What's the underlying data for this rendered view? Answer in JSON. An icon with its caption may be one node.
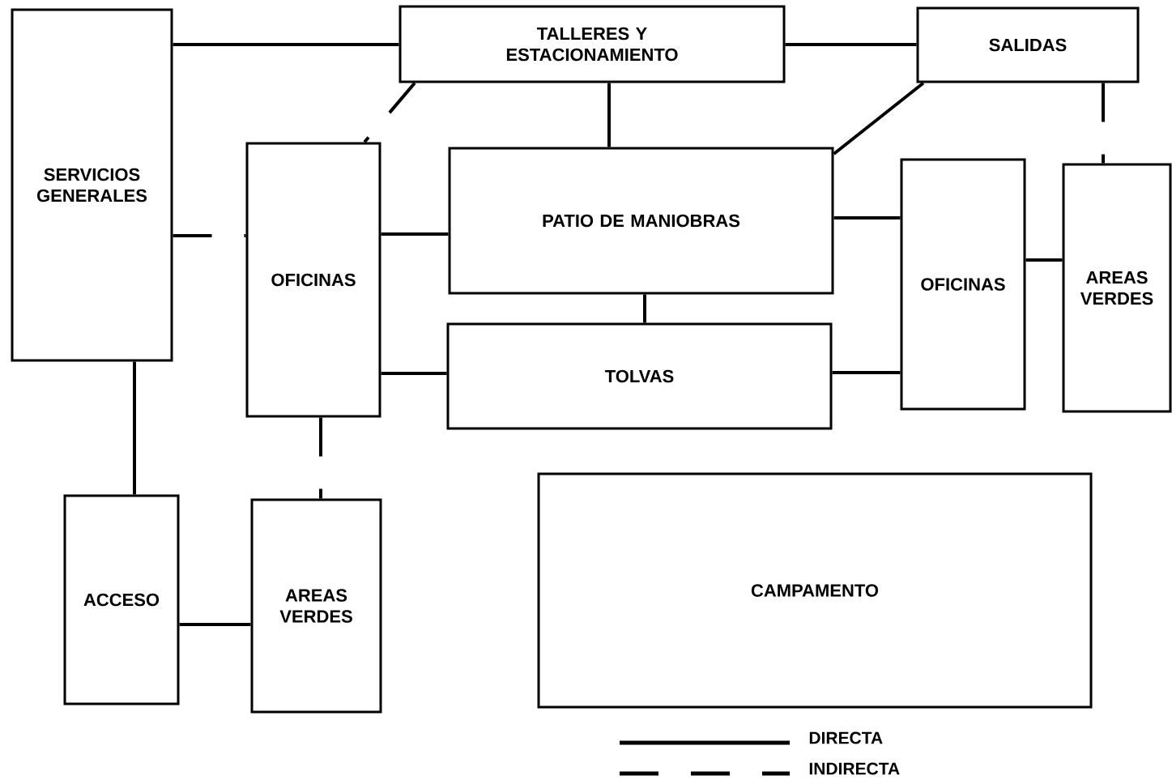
{
  "diagram": {
    "nodes": [
      {
        "text": [
          "SERVICIOS GENERALES"
        ]
      },
      {
        "text": [
          "TALLERES Y ESTACIONAMIENTO"
        ]
      },
      {
        "text": [
          "SALIDAS"
        ]
      },
      {
        "text": [
          "OFICINAS"
        ]
      },
      {
        "text": [
          "PATIO DE MANIOBRAS"
        ]
      },
      {
        "text": [
          "OFICINAS"
        ]
      },
      {
        "text": [
          "AREAS VERDES"
        ]
      },
      {
        "text": [
          "TOLVAS"
        ]
      },
      {
        "text": [
          "ACCESO"
        ]
      },
      {
        "text": [
          "AREAS VERDES"
        ]
      },
      {
        "text": [
          "CAMPAMENTO"
        ]
      }
    ],
    "edges": [
      {
        "from": 0,
        "to": 1,
        "arrow": "none"
      },
      {
        "from": 1,
        "to": 2,
        "arrow": "none"
      },
      {
        "from": 1,
        "to": 3,
        "arrow": "none",
        "style": "dashed"
      },
      {
        "from": 1,
        "to": 4,
        "arrow": "none"
      },
      {
        "from": 2,
        "to": 4,
        "arrow": "none"
      },
      {
        "from": 2,
        "to": 6,
        "arrow": "none",
        "style": "dashed"
      },
      {
        "from": 0,
        "to": 3,
        "arrow": "none",
        "style": "dashed"
      },
      {
        "from": 3,
        "to": 4,
        "arrow": "none"
      },
      {
        "from": 3,
        "to": 7,
        "arrow": "none"
      },
      {
        "from": 3,
        "to": 9,
        "arrow": "none",
        "style": "dashed"
      },
      {
        "from": 4,
        "to": 7,
        "arrow": "none"
      },
      {
        "from": 4,
        "to": 5,
        "arrow": "none"
      },
      {
        "from": 7,
        "to": 5,
        "arrow": "none"
      },
      {
        "from": 5,
        "to": 6,
        "arrow": "none",
        "style": "dashed"
      },
      {
        "from": 0,
        "to": 8,
        "arrow": "none"
      },
      {
        "from": 8,
        "to": 9,
        "arrow": "none"
      }
    ],
    "legend": [
      {
        "text": "DIRECTA"
      },
      {
        "text": "INDIRECTA"
      }
    ]
  }
}
